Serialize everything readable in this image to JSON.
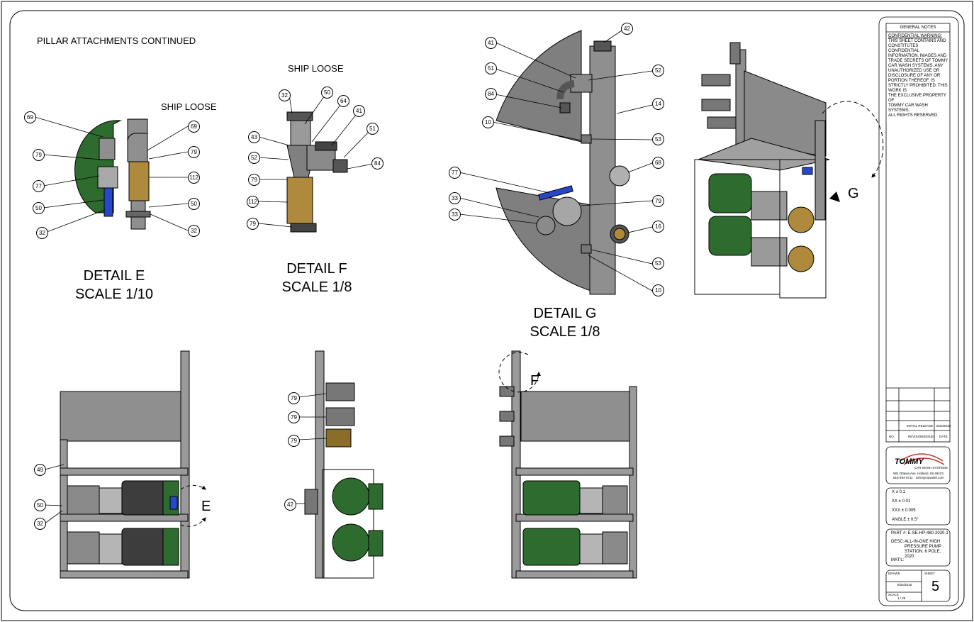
{
  "sheet": {
    "title": "PILLAR ATTACHMENTS CONTINUED",
    "ship_loose_e": "SHIP LOOSE",
    "ship_loose_f": "SHIP LOOSE"
  },
  "details": {
    "e": {
      "name": "DETAIL  E",
      "scale": "SCALE 1/10"
    },
    "f": {
      "name": "DETAIL  F",
      "scale": "SCALE 1/8"
    },
    "g": {
      "name": "DETAIL  G",
      "scale": "SCALE 1/8"
    },
    "marker_g": "G",
    "marker_e": "E",
    "marker_f": "F"
  },
  "balloons": {
    "e_left": [
      "69",
      "79",
      "77",
      "50",
      "32"
    ],
    "e_right": [
      "69",
      "79",
      "112",
      "50",
      "32"
    ],
    "f": [
      "32",
      "50",
      "64",
      "41",
      "51",
      "43",
      "52",
      "84",
      "79",
      "112",
      "79"
    ],
    "g": [
      "41",
      "42",
      "51",
      "52",
      "84",
      "14",
      "10",
      "53",
      "68",
      "77",
      "79",
      "33",
      "33",
      "16",
      "53",
      "10"
    ],
    "side": [
      "79",
      "79",
      "79",
      "42"
    ],
    "front": [
      "49",
      "50",
      "32"
    ]
  },
  "title_block": {
    "notes_header": "GENERAL NOTES",
    "notes_lines": [
      "CONFIDENTIAL WARNING:",
      "THIS SHEET CONTAINS AND",
      "CONSTITUTES CONFIDENTIAL",
      "INFORMATION, IMAGES AND",
      "TRADE SECRETS OF TOMMY",
      "CAR WASH SYSTEMS. ANY",
      "UNAUTHORIZED USE OR",
      "DISCLOSURE OF ANY OR",
      "PORTION THEREOF, IS",
      "STRICTLY PROHIBITED.  THIS",
      "WORK IS",
      "THE EXCLUSIVE PROPERTY OF",
      "TOMMY CAR WASH SYSTEMS.",
      "ALL RIGHTS RESERVED."
    ],
    "rev_entry": "INITIAL RELEASE",
    "rev_date": "8/24/2018",
    "rev_no": "NO.",
    "rev_issue": "REVISION/ISSUE",
    "rev_date_header": "DATE",
    "logo_name": "TOMMY",
    "logo_sub": "CAR WASH SYSTEMS",
    "address": "581 Ottawa Ave. Holland, MI 49423",
    "contact": "616-494-0711 · tommycarwash.com",
    "tolerances": [
      "X ± 0.1",
      "XX ± 0.01",
      "XXX ± 0.005",
      "ANGLE ± 0.5°"
    ],
    "part_no": "PART #: E-SE-HP-480-2020-1",
    "desc_label": "DESC:",
    "desc_lines": [
      "ALL-IN-ONE HIGH",
      "PRESSURE PUMP",
      "STATION, 6 POLE,",
      "2020"
    ],
    "matl_label": "MAT'L:",
    "drawn_label": "DRAWN",
    "drawn_date": "8/24/2018",
    "scale_label": "SCALE",
    "scale_value": "1 / 25",
    "sheet_label": "SHEET",
    "sheet_number": "5"
  },
  "colors": {
    "green": "#2e6b2e",
    "gray": "#8f8f8f",
    "brass": "#b08a3c",
    "blue": "#2747c8"
  }
}
